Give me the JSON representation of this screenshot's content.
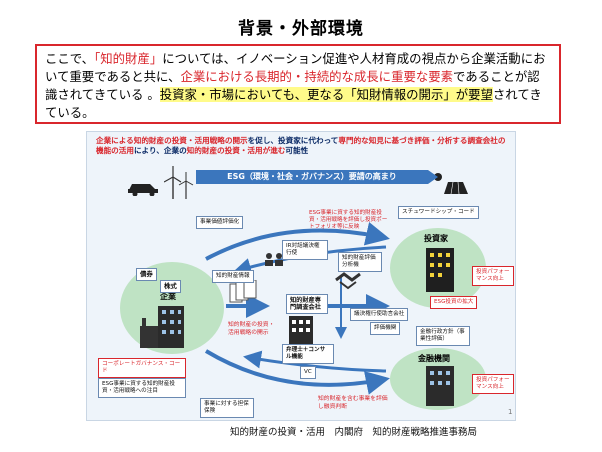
{
  "title": "背景・外部環境",
  "intro": {
    "p1": "ここで、",
    "p2": "「知的財産」",
    "p3": "については、イノベーション促進や人材育成の視点から企業活動において重要であると共に、",
    "p4": "企業における長期的・持続的な成長に重要な要素",
    "p5": "であることが認識されてきている 。",
    "p6": "投資家・市場においても、更なる「知財情報の開示」が要望",
    "p7": "されてきている。"
  },
  "diagram": {
    "headline_1": "企業による知的財産の投資・活用戦略の開示",
    "headline_2": "を促し、投資家に代わって",
    "headline_3": "専門的な知見に基づき評価・分析する調査会社の機能の活用",
    "headline_4": "により、企業の",
    "headline_5": "知的財産の投資・活用が進む",
    "headline_6": "可能性",
    "esg_bar": "ESG（環境・社会・ガバナンス）要請の高まり",
    "nodes": {
      "company": "企業",
      "investor": "投資家",
      "finance": "金融機関",
      "ip_firm": "知的財産専門調査会社"
    },
    "labels": {
      "bond": "債券",
      "stock": "株式",
      "ip_info": "知的財産情報",
      "ir": "IR対話議決権行使",
      "stewardship": "スチュワードシップ・コード",
      "esg_invest": "ESG投資の拡大",
      "inv_perf": "投資パフォーマンス向上",
      "fin_perf": "投資パフォーマンス向上",
      "fin_support": "金融行政方針（事業性評価）",
      "rating": "評価機関",
      "vc": "VC",
      "patent_consult": "弁理士＋コンサル機能",
      "proxy": "議決権行使助言会社",
      "ip_value": "知的財産評価分析機",
      "biz_eval": "事業価値評価化",
      "esg_item": "ESG事業に資する知的財産投資・活用戦略を評価し投資ポートフォリオ等に反映",
      "disclosure": "知的財産の投資・活用戦略の開示",
      "cg_code": "コーポレートガバナンス・コード",
      "esg_company": "ESG事業に資する知的財産投資・活用戦略への注目",
      "fin_eval": "知的財産を含む事業を評価し融資判断",
      "collateral": "事業に対する担保保険"
    }
  },
  "footer": "知的財産の投資・活用　内閣府　知的財産戦略推進事務局",
  "page_number": "1",
  "colors": {
    "accent_red": "#d9262c",
    "esg_blue": "#3b76bd",
    "panel_bg": "#eef4fa",
    "highlight": "#fffb8a"
  }
}
